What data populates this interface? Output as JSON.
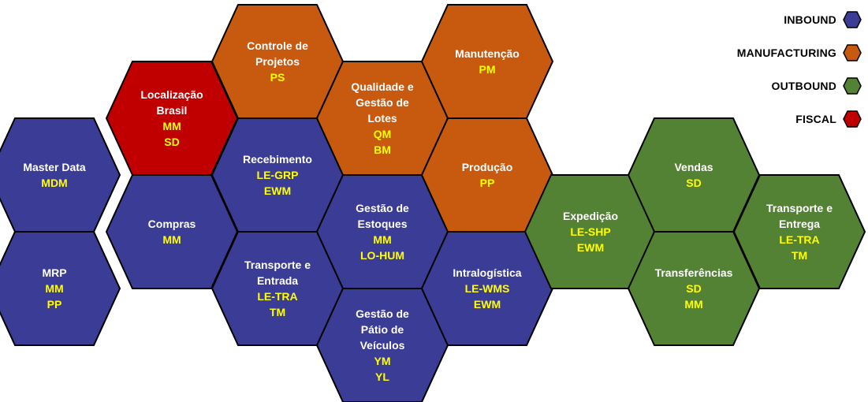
{
  "colors": {
    "inbound": "#3b3c96",
    "manufacturing": "#c85a10",
    "outbound": "#548234",
    "fiscal": "#c00000",
    "stroke": "#000000"
  },
  "legend": [
    {
      "label": "INBOUND",
      "category": "inbound"
    },
    {
      "label": "MANUFACTURING",
      "category": "manufacturing"
    },
    {
      "label": "OUTBOUND",
      "category": "outbound"
    },
    {
      "label": "FISCAL",
      "category": "fiscal"
    }
  ],
  "hexes": [
    {
      "id": "master-data",
      "category": "inbound",
      "title": [
        "Master Data"
      ],
      "codes": [
        "MDM"
      ]
    },
    {
      "id": "mrp",
      "category": "inbound",
      "title": [
        "MRP"
      ],
      "codes": [
        "MM",
        "PP"
      ]
    },
    {
      "id": "localizacao-brasil",
      "category": "fiscal",
      "title": [
        "Localização",
        "Brasil"
      ],
      "codes": [
        "MM",
        "SD"
      ]
    },
    {
      "id": "compras",
      "category": "inbound",
      "title": [
        "Compras"
      ],
      "codes": [
        "MM"
      ]
    },
    {
      "id": "controle-de-projetos",
      "category": "manufacturing",
      "title": [
        "Controle de",
        "Projetos"
      ],
      "codes": [
        "PS"
      ]
    },
    {
      "id": "recebimento",
      "category": "inbound",
      "title": [
        "Recebimento"
      ],
      "codes": [
        "LE-GRP",
        "EWM"
      ]
    },
    {
      "id": "transporte-e-entrada",
      "category": "inbound",
      "title": [
        "Transporte e",
        "Entrada"
      ],
      "codes": [
        "LE-TRA",
        "TM"
      ]
    },
    {
      "id": "qualidade-e-gestao-de-lotes",
      "category": "manufacturing",
      "title": [
        "Qualidade e",
        "Gestão de",
        "Lotes"
      ],
      "codes": [
        "QM",
        "BM"
      ]
    },
    {
      "id": "gestao-de-estoques",
      "category": "inbound",
      "title": [
        "Gestão de",
        "Estoques"
      ],
      "codes": [
        "MM",
        "LO-HUM"
      ]
    },
    {
      "id": "gestao-de-patio-de-veiculos",
      "category": "inbound",
      "title": [
        "Gestão de",
        "Pátio de",
        "Veículos"
      ],
      "codes": [
        "YM",
        "YL"
      ]
    },
    {
      "id": "manutencao",
      "category": "manufacturing",
      "title": [
        "Manutenção"
      ],
      "codes": [
        "PM"
      ]
    },
    {
      "id": "producao",
      "category": "manufacturing",
      "title": [
        "Produção"
      ],
      "codes": [
        "PP"
      ]
    },
    {
      "id": "intralogistica",
      "category": "inbound",
      "title": [
        "Intralogística"
      ],
      "codes": [
        "LE-WMS",
        "EWM"
      ]
    },
    {
      "id": "expedicao",
      "category": "outbound",
      "title": [
        "Expedição"
      ],
      "codes": [
        "LE-SHP",
        "EWM"
      ]
    },
    {
      "id": "vendas",
      "category": "outbound",
      "title": [
        "Vendas"
      ],
      "codes": [
        "SD"
      ]
    },
    {
      "id": "transferencias",
      "category": "outbound",
      "title": [
        "Transferências"
      ],
      "codes": [
        "SD",
        "MM"
      ]
    },
    {
      "id": "transporte-e-entrega",
      "category": "outbound",
      "title": [
        "Transporte e",
        "Entrega"
      ],
      "codes": [
        "LE-TRA",
        "TM"
      ]
    }
  ]
}
